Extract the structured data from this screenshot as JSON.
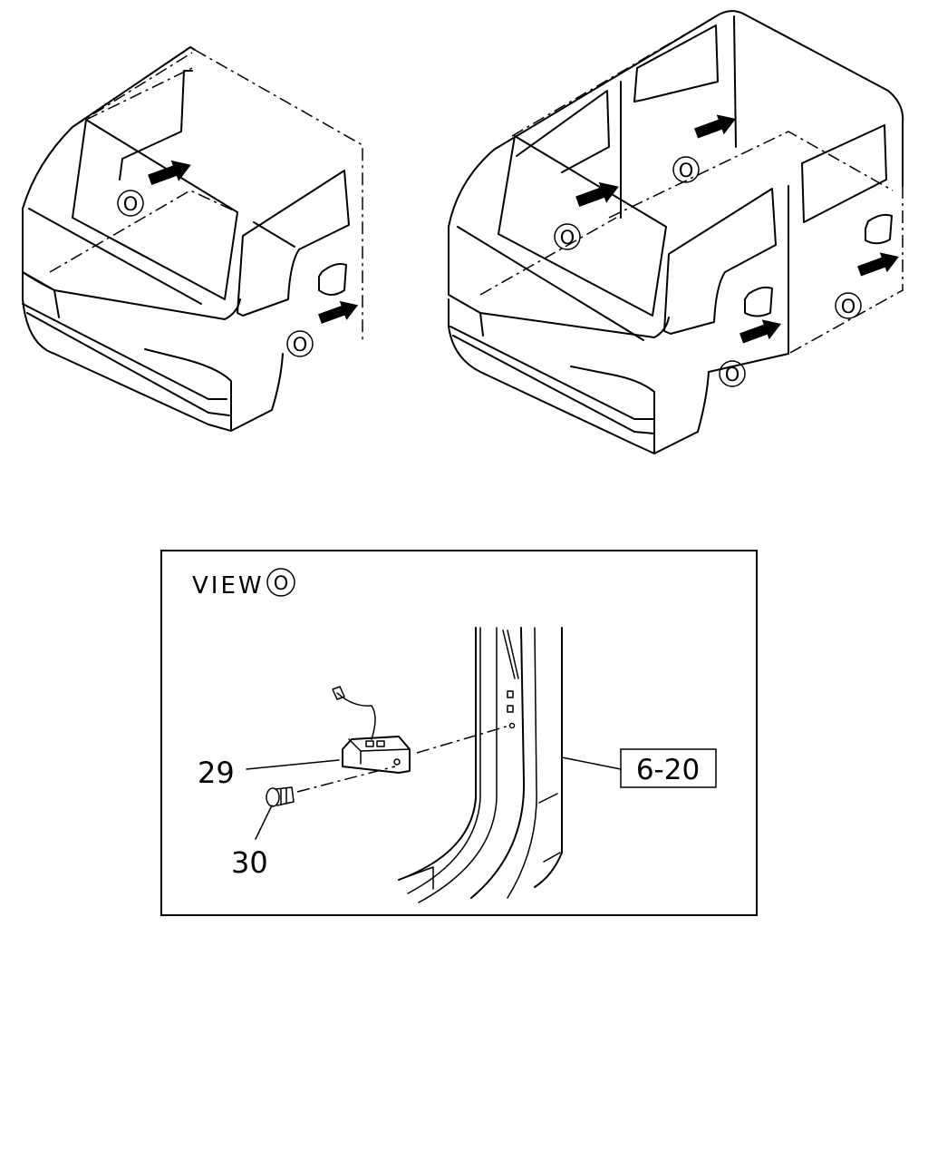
{
  "view_callout": {
    "letter": "O"
  },
  "view_label": {
    "prefix": "VIEW",
    "letter": "O"
  },
  "parts": [
    {
      "number": "29"
    },
    {
      "number": "30"
    }
  ],
  "reference": {
    "label": "6-20"
  }
}
